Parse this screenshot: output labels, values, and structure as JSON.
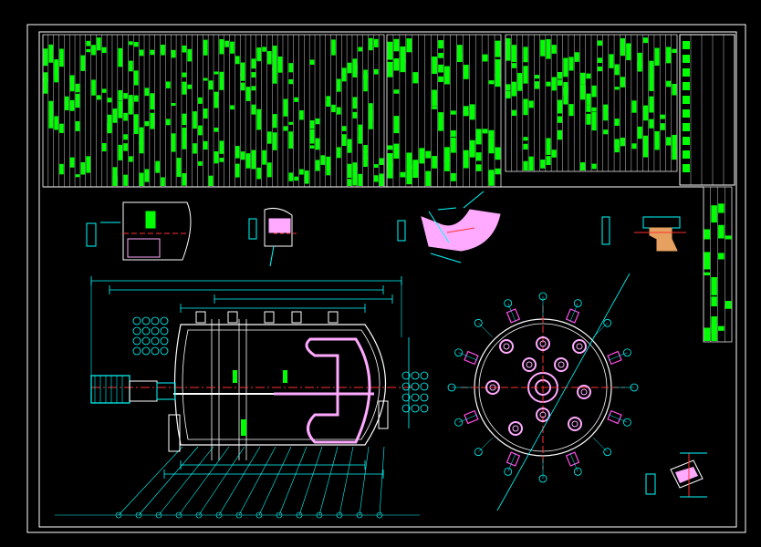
{
  "drawing": {
    "background": "#000000",
    "colors": {
      "border": "#ffffff",
      "table": "#00ff00",
      "dimension": "#00ffff",
      "outline": "#ffffff",
      "centerline": "#ff3030",
      "fill": "#ffaaff",
      "section": "#ff4fe8",
      "detail_fill": "#e6a060"
    },
    "views": [
      {
        "name": "front-elevation",
        "type": "vessel-side-view"
      },
      {
        "name": "top-plan",
        "type": "nozzle-orientation-plan"
      },
      {
        "name": "detail-1",
        "type": "flange-section"
      },
      {
        "name": "detail-2",
        "type": "nozzle-section"
      },
      {
        "name": "detail-3",
        "type": "elbow-section"
      },
      {
        "name": "detail-4",
        "type": "support-lug"
      },
      {
        "name": "detail-5",
        "type": "weld-detail"
      }
    ]
  }
}
